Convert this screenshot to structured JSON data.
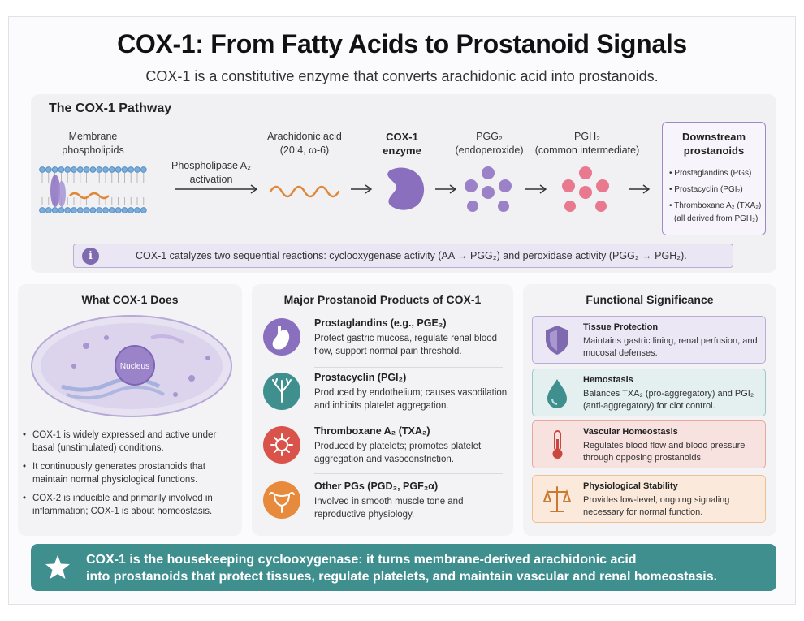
{
  "title": "COX-1: From Fatty Acids to Prostanoid Signals",
  "subtitle": "COX-1 is a constitutive enzyme that converts arachidonic acid into prostanoids.",
  "pathway": {
    "heading": "The COX-1 Pathway",
    "membrane": [
      "Membrane",
      "phospholipids"
    ],
    "pla2": [
      "Phospholipase A₂",
      "activation"
    ],
    "arachidonic": [
      "Arachidonic acid",
      "(20:4, ω-6)"
    ],
    "cox_enzyme": [
      "COX-1",
      "enzyme"
    ],
    "pgg2": [
      "PGG₂",
      "(endoperoxide)"
    ],
    "pgh2": [
      "PGH₂",
      "(common intermediate)"
    ],
    "downstream": {
      "heading": [
        "Downstream",
        "prostanoids"
      ],
      "items": [
        "• Prostaglandins (PGs)",
        "• Prostacyclin (PGI₂)",
        "• Thromboxane A₂ (TXA₂)"
      ],
      "note": "(all derived from PGH₂)"
    },
    "info": "COX-1 catalyzes two sequential reactions:  cyclooxygenase activity (AA → PGG₂)   and   peroxidase activity (PGG₂ → PGH₂).",
    "info_icon": "i"
  },
  "what_does": {
    "heading": "What COX-1 Does",
    "nucleus_label": "Nucleus",
    "bullets": [
      "COX-1 is widely expressed and active under basal (unstimulated) conditions.",
      "It continuously generates prostanoids that maintain normal physiological functions.",
      "COX-2 is inducible and primarily involved in inflammation;  COX-1 is about homeostasis."
    ]
  },
  "products": {
    "heading": "Major Prostanoid Products of COX-1",
    "items": [
      {
        "title": "Prostaglandins (e.g., PGE₂)",
        "desc": "Protect gastric mucosa, regulate renal blood flow, support normal pain threshold.",
        "color": "#8a6fbe",
        "icon": "stomach-icon"
      },
      {
        "title": "Prostacyclin (PGI₂)",
        "desc": "Produced by endothelium; causes vasodilation and inhibits platelet aggregation.",
        "color": "#3f8f8f",
        "icon": "vessel-tree-icon"
      },
      {
        "title": "Thromboxane A₂ (TXA₂)",
        "desc": "Produced by platelets; promotes platelet aggregation and vasoconstriction.",
        "color": "#d9534a",
        "icon": "platelet-icon"
      },
      {
        "title": "Other PGs (PGD₂, PGF₂α)",
        "desc": "Involved in smooth muscle tone and reproductive physiology.",
        "color": "#e88a3c",
        "icon": "uterus-icon"
      }
    ]
  },
  "significance": {
    "heading": "Functional Significance",
    "items": [
      {
        "title": "Tissue Protection",
        "desc": "Maintains gastric lining, renal perfusion, and mucosal defenses.",
        "bg": "#ece7f4",
        "border": "#b9aed8",
        "icon": "shield-icon"
      },
      {
        "title": "Hemostasis",
        "desc": "Balances TXA₂ (pro-aggregatory) and PGI₂ (anti-aggregatory) for clot control.",
        "bg": "#e3f0ef",
        "border": "#9cc9c6",
        "icon": "blood-drop-icon"
      },
      {
        "title": "Vascular Homeostasis",
        "desc": "Regulates blood flow and blood pressure through opposing prostanoids.",
        "bg": "#f8e2e0",
        "border": "#e6a7a1",
        "icon": "thermometer-icon"
      },
      {
        "title": "Physiological Stability",
        "desc": "Provides low-level, ongoing signaling necessary for normal function.",
        "bg": "#fbeadb",
        "border": "#efbf91",
        "icon": "balance-scale-icon"
      }
    ]
  },
  "footer": {
    "line1": "COX-1 is the housekeeping cyclooxygenase: it turns membrane-derived arachidonic acid",
    "line2": "into prostanoids that protect tissues, regulate platelets, and maintain vascular and renal homeostasis."
  }
}
